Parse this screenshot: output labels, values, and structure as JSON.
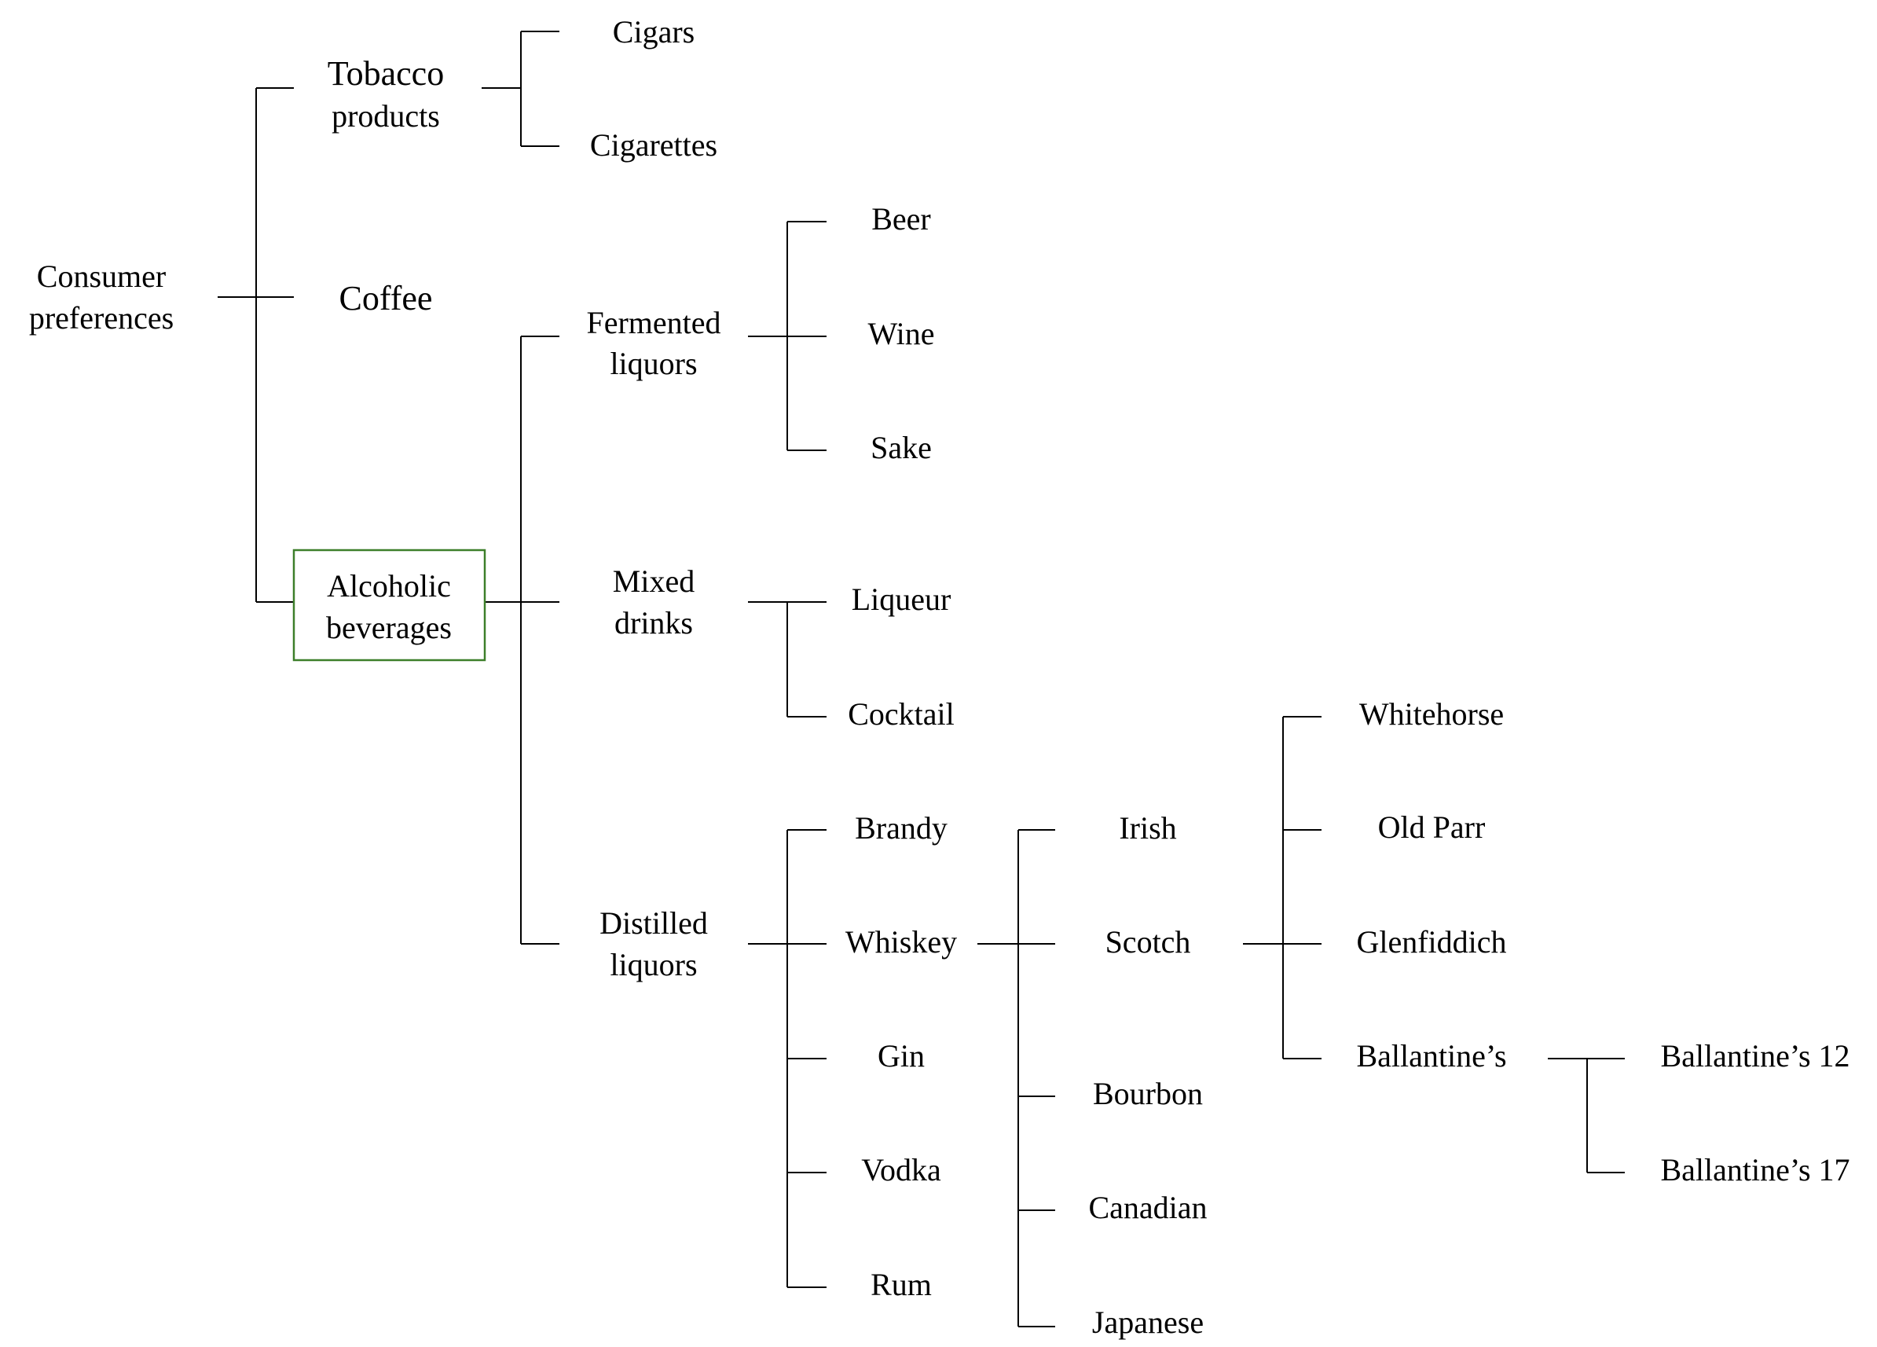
{
  "diagram": {
    "highlight_color": "#3d7f2a",
    "line_color": "#000000",
    "root": {
      "lines": [
        "Consumer",
        "preferences"
      ]
    },
    "level1": {
      "tobacco": [
        "Tobacco",
        "products"
      ],
      "coffee": [
        "Coffee"
      ],
      "alcohol": [
        "Alcoholic",
        "beverages"
      ]
    },
    "tobacco_children": [
      "Cigars",
      "Cigarettes"
    ],
    "alcohol_children": {
      "fermented": [
        "Fermented",
        "liquors"
      ],
      "mixed": [
        "Mixed",
        "drinks"
      ],
      "distilled": [
        "Distilled",
        "liquors"
      ]
    },
    "fermented_children": [
      "Beer",
      "Wine",
      "Sake"
    ],
    "mixed_children": [
      "Liqueur",
      "Cocktail"
    ],
    "distilled_children": [
      "Brandy",
      "Whiskey",
      "Gin",
      "Vodka",
      "Rum"
    ],
    "whiskey_children": [
      "Irish",
      "Scotch",
      "Bourbon",
      "Canadian",
      "Japanese"
    ],
    "scotch_children": [
      "Whitehorse",
      "Old Parr",
      "Glenfiddich",
      "Ballantine’s"
    ],
    "ballantines_children": [
      "Ballantine’s 12",
      "Ballantine’s 17"
    ]
  }
}
